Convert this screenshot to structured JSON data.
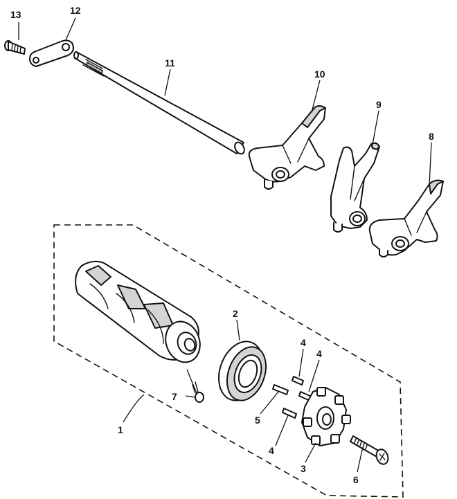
{
  "callouts": {
    "c1": "1",
    "c2": "2",
    "c3": "3",
    "c4a": "4",
    "c4b": "4",
    "c4c": "4",
    "c5": "5",
    "c6": "6",
    "c7": "7",
    "c8": "8",
    "c9": "9",
    "c10": "10",
    "c11": "11",
    "c12": "12",
    "c13": "13"
  }
}
